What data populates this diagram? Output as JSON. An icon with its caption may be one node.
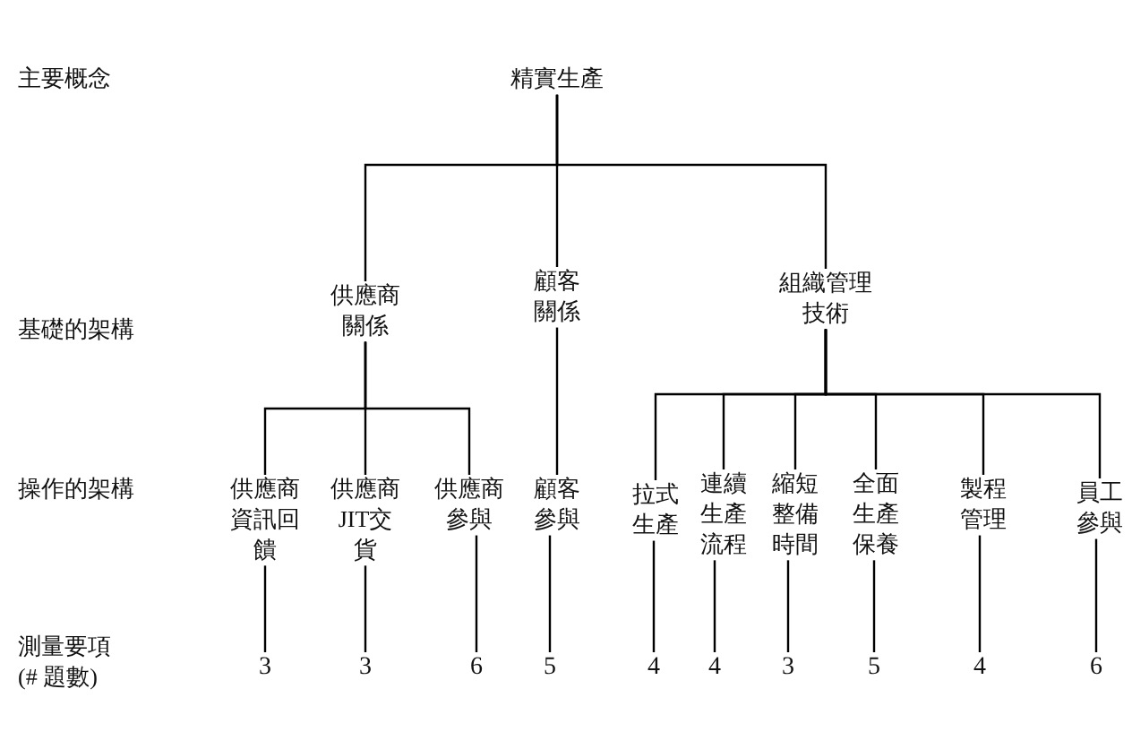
{
  "diagram": {
    "nodes": [
      {
        "text": [
          "精實生產"
        ]
      },
      {
        "text": [
          "供應商關係"
        ]
      },
      {
        "text": [
          "顧客關係"
        ]
      },
      {
        "text": [
          "組織管理技術"
        ]
      },
      {
        "text": [
          "供應商資訊回饋"
        ]
      },
      {
        "text": [
          "供應商JIT交貨"
        ]
      },
      {
        "text": [
          "供應商參與"
        ]
      },
      {
        "text": [
          "顧客參與"
        ]
      },
      {
        "text": [
          "拉式生產"
        ]
      },
      {
        "text": [
          "連續生產流程"
        ]
      },
      {
        "text": [
          "縮短整備時間"
        ]
      },
      {
        "text": [
          "全面生產保養"
        ]
      },
      {
        "text": [
          "製程管理"
        ]
      },
      {
        "text": [
          "員工參與"
        ]
      },
      {
        "text": [
          "3"
        ]
      },
      {
        "text": [
          "3"
        ]
      },
      {
        "text": [
          "6"
        ]
      },
      {
        "text": [
          "5"
        ]
      },
      {
        "text": [
          "4"
        ]
      },
      {
        "text": [
          "4"
        ]
      },
      {
        "text": [
          "3"
        ]
      },
      {
        "text": [
          "5"
        ]
      },
      {
        "text": [
          "4"
        ]
      },
      {
        "text": [
          "6"
        ]
      }
    ],
    "edges": [
      {
        "from": 0,
        "to": 1,
        "arrow": "none"
      },
      {
        "from": 0,
        "to": 2,
        "arrow": "none"
      },
      {
        "from": 0,
        "to": 3,
        "arrow": "none"
      },
      {
        "from": 1,
        "to": 4,
        "arrow": "none"
      },
      {
        "from": 1,
        "to": 5,
        "arrow": "none"
      },
      {
        "from": 1,
        "to": 6,
        "arrow": "none"
      },
      {
        "from": 2,
        "to": 7,
        "arrow": "none"
      },
      {
        "from": 3,
        "to": 8,
        "arrow": "none"
      },
      {
        "from": 3,
        "to": 9,
        "arrow": "none"
      },
      {
        "from": 3,
        "to": 10,
        "arrow": "none"
      },
      {
        "from": 3,
        "to": 11,
        "arrow": "none"
      },
      {
        "from": 3,
        "to": 12,
        "arrow": "none"
      },
      {
        "from": 3,
        "to": 13,
        "arrow": "none"
      },
      {
        "from": 4,
        "to": 14,
        "arrow": "none"
      },
      {
        "from": 5,
        "to": 15,
        "arrow": "none"
      },
      {
        "from": 6,
        "to": 16,
        "arrow": "none"
      },
      {
        "from": 7,
        "to": 17,
        "arrow": "none"
      },
      {
        "from": 8,
        "to": 18,
        "arrow": "none"
      },
      {
        "from": 9,
        "to": 19,
        "arrow": "none"
      },
      {
        "from": 10,
        "to": 20,
        "arrow": "none"
      },
      {
        "from": 11,
        "to": 21,
        "arrow": "none"
      },
      {
        "from": 12,
        "to": 22,
        "arrow": "none"
      },
      {
        "from": 13,
        "to": 23,
        "arrow": "none"
      }
    ],
    "labels": [
      "主要概念",
      "基礎的架構",
      "操作的架構",
      "測量要項(# 題數)"
    ]
  }
}
